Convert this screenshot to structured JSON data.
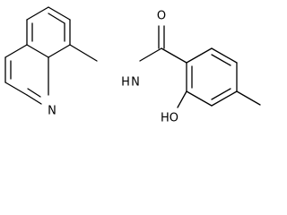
{
  "structure": {
    "atom_labels": {
      "carbonyl_oxygen": "O",
      "amide_nitrogen": "N",
      "hydrogen": "H",
      "ring_nitrogen": "N",
      "hydroxyl": "HO"
    }
  },
  "colors": {
    "bond": "#000000",
    "label": "#000000",
    "background": "#ffffff"
  }
}
